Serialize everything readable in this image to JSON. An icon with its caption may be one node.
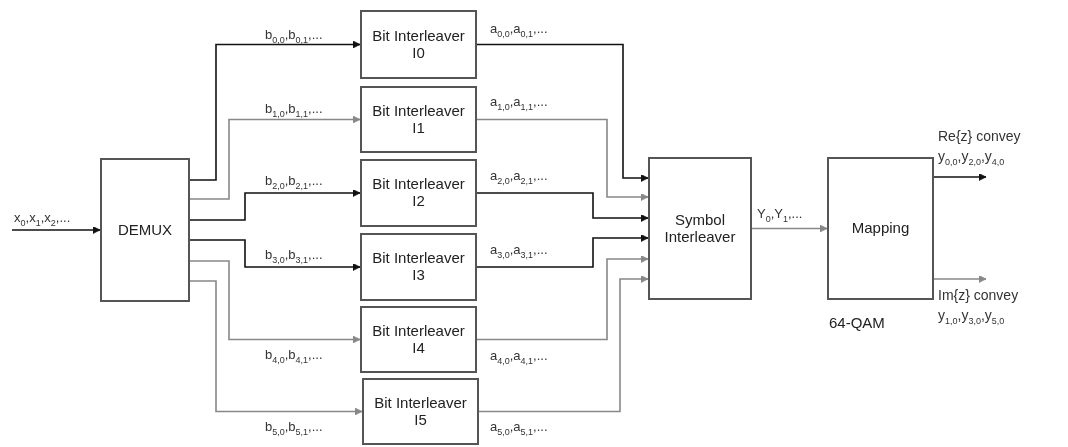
{
  "diagram": {
    "nodes": [
      {
        "text": [
          "DEMUX"
        ]
      },
      {
        "text": [
          "Bit Interleaver I0"
        ]
      },
      {
        "text": [
          "Bit Interleaver I1"
        ]
      },
      {
        "text": [
          "Bit Interleaver I2"
        ]
      },
      {
        "text": [
          "Bit Interleaver I3"
        ]
      },
      {
        "text": [
          "Bit Interleaver I4"
        ]
      },
      {
        "text": [
          "Bit Interleaver I5"
        ]
      },
      {
        "text": [
          "Symbol Interleaver"
        ]
      },
      {
        "text": [
          "Mapping"
        ],
        "beside": [
          "64-QAM"
        ]
      }
    ],
    "edges": [
      {
        "from": null,
        "to": 0,
        "arrow": "to",
        "label": "x$_{0}$,x$_{1}$,x$_{2}$,..."
      },
      {
        "from": 0,
        "to": 1,
        "arrow": "to",
        "label": "b$_{0,0}$,b$_{0,1}$,..."
      },
      {
        "from": 0,
        "to": 2,
        "arrow": "to",
        "label": "b$_{1,0}$,b$_{1,1}$,...",
        "color": "#888888"
      },
      {
        "from": 0,
        "to": 3,
        "arrow": "to",
        "label": "b$_{2,0}$,b$_{2,1}$,..."
      },
      {
        "from": 0,
        "to": 4,
        "arrow": "to",
        "label": "b$_{3,0}$,b$_{3,1}$,..."
      },
      {
        "from": 0,
        "to": 5,
        "arrow": "to",
        "label": "b$_{4,0}$,b$_{4,1}$,...",
        "color": "#888888"
      },
      {
        "from": 0,
        "to": 6,
        "arrow": "to",
        "label": "b$_{5,0}$,b$_{5,1}$,...",
        "color": "#888888"
      },
      {
        "from": 1,
        "to": 7,
        "arrow": "to",
        "label": "a$_{0,0}$,a$_{0,1}$,..."
      },
      {
        "from": 2,
        "to": 7,
        "arrow": "to",
        "label": "a$_{1,0}$,a$_{1,1}$,...",
        "color": "#888888"
      },
      {
        "from": 3,
        "to": 7,
        "arrow": "to",
        "label": "a$_{2,0}$,a$_{2,1}$,..."
      },
      {
        "from": 4,
        "to": 7,
        "arrow": "to",
        "label": "a$_{3,0}$,a$_{3,1}$,..."
      },
      {
        "from": 5,
        "to": 7,
        "arrow": "to",
        "label": "a$_{4,0}$,a$_{4,1}$,...",
        "color": "#888888"
      },
      {
        "from": 6,
        "to": 7,
        "arrow": "to",
        "label": "a$_{5,0}$,a$_{5,1}$,...",
        "color": "#888888"
      },
      {
        "from": 7,
        "to": 8,
        "arrow": "to",
        "label": "Y$_{0}$,Y$_{1}$,...",
        "color": "#888888"
      },
      {
        "from": 8,
        "to": null,
        "arrow": "to",
        "label": "Re{z} convey y$_{0,0}$,y$_{2,0}$,y$_{4,0}$"
      },
      {
        "from": 8,
        "to": null,
        "arrow": "to",
        "label": "Im{z} convey y$_{1,0}$,y$_{3,0}$,y$_{5,0}$",
        "color": "#888888"
      }
    ]
  }
}
